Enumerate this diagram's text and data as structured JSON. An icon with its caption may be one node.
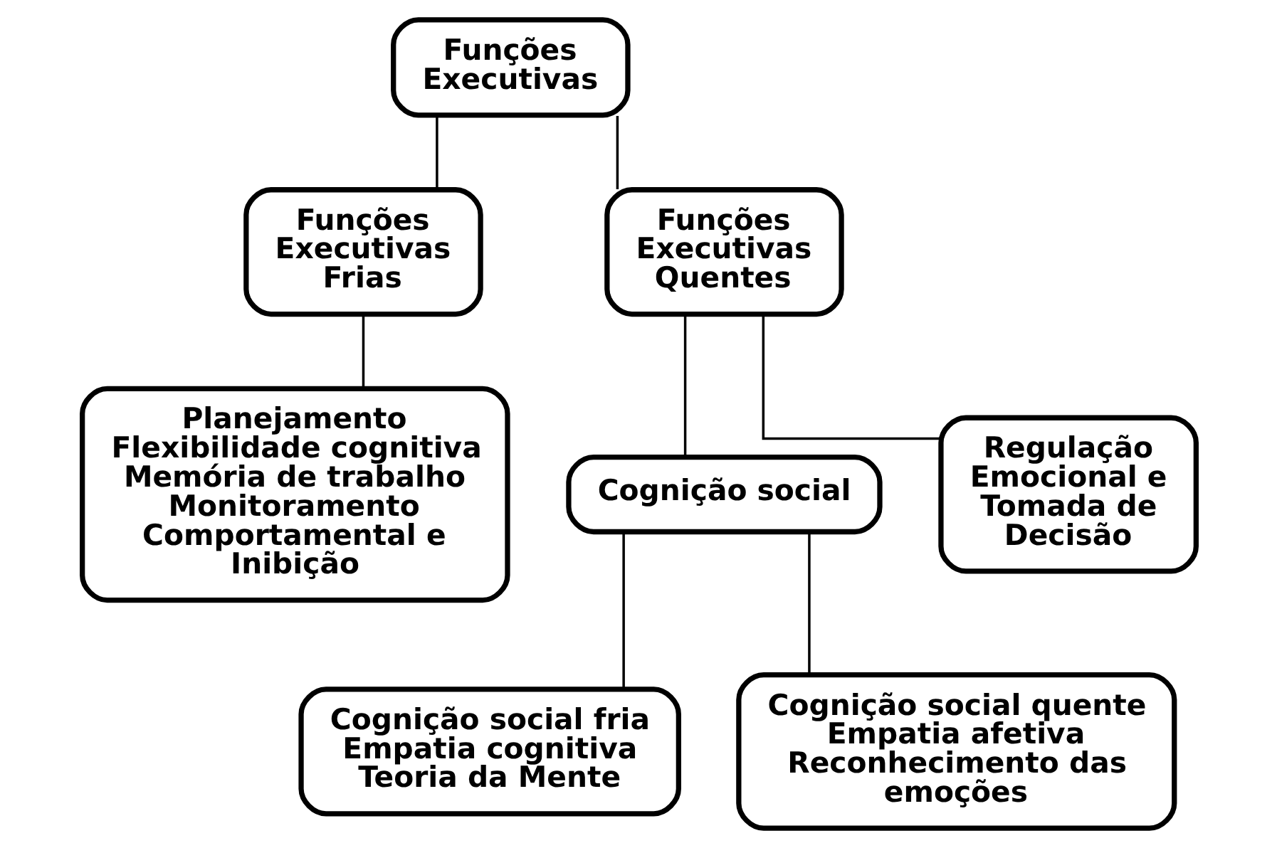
{
  "diagram": {
    "nodes": [
      {
        "text": [
          "Funções Executivas"
        ]
      },
      {
        "text": [
          "Funções Executivas Frias"
        ]
      },
      {
        "text": [
          "Funções Executivas Quentes"
        ]
      },
      {
        "text": [
          "Planejamento",
          "Flexibilidade cognitiva",
          "Memória de trabalho",
          "Monitoramento Comportamental e Inibição"
        ]
      },
      {
        "text": [
          "Cognição social"
        ]
      },
      {
        "text": [
          "Regulação Emocional e Tomada de Decisão"
        ]
      },
      {
        "text": [
          "Cognição social fria",
          "Empatia cognitiva",
          "Teoria da Mente"
        ]
      },
      {
        "text": [
          "Cognição social quente",
          "Empatia afetiva",
          "Reconhecimento das emoções"
        ]
      }
    ],
    "edges": [
      {
        "from": 0,
        "to": 1,
        "arrow": "none"
      },
      {
        "from": 0,
        "to": 2,
        "arrow": "none"
      },
      {
        "from": 1,
        "to": 3,
        "arrow": "none"
      },
      {
        "from": 2,
        "to": 4,
        "arrow": "none"
      },
      {
        "from": 2,
        "to": 5,
        "arrow": "none"
      },
      {
        "from": 4,
        "to": 6,
        "arrow": "none"
      },
      {
        "from": 4,
        "to": 7,
        "arrow": "none"
      }
    ]
  }
}
